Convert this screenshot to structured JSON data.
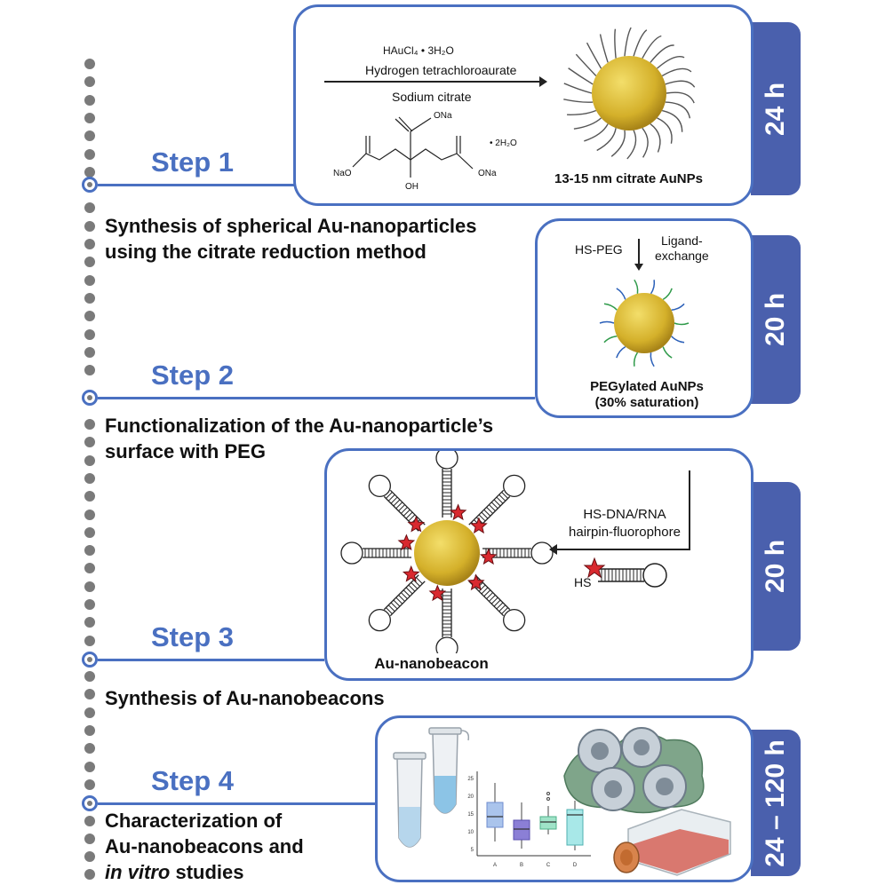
{
  "steps": [
    {
      "title": "Step 1",
      "desc_line1": "Synthesis of spherical Au-nanoparticles",
      "desc_line2": "using the citrate reduction method",
      "duration": "24 h"
    },
    {
      "title": "Step 2",
      "desc_line1": "Functionalization of the Au-nanoparticle’s",
      "desc_line2": "surface with PEG",
      "duration": "20 h"
    },
    {
      "title": "Step 3",
      "desc_line1": "Synthesis of Au-nanobeacons",
      "duration": "20 h"
    },
    {
      "title": "Step 4",
      "desc_line1": "Characterization of",
      "desc_line2": "Au-nanobeacons and",
      "desc_line3_italic": "in vitro",
      "desc_line3_rest": " studies",
      "duration": "24 – 120 h"
    }
  ],
  "panel1": {
    "reagent_formula": "HAuCl₄  • 3H₂O",
    "reagent_name": "Hydrogen tetrachloroaurate",
    "reducer": "Sodium citrate",
    "hydrate": "• 2H₂O",
    "atom_labels": [
      "ONa",
      "NaO",
      "ONa",
      "OH"
    ],
    "product": "13-15 nm citrate AuNPs"
  },
  "panel2": {
    "reagent": "HS-PEG",
    "process": "Ligand-\nexchange",
    "product_line1": "PEGylated AuNPs",
    "product_line2": "(30% saturation)"
  },
  "panel3": {
    "reagent_line1": "HS-DNA/RNA",
    "reagent_line2": "hairpin-fluorophore",
    "hs_label": "HS",
    "product": "Au-nanobeacon"
  },
  "panel4": {
    "plot_categories": [
      "A",
      "B",
      "C",
      "D"
    ],
    "plot_yticks": [
      "25",
      "20",
      "15",
      "10",
      "5"
    ]
  },
  "colors": {
    "accent": "#4a70c1",
    "duration_bar": "#4a60ad",
    "gold": "#e1c33a",
    "fluorophore": "#d9292f"
  }
}
